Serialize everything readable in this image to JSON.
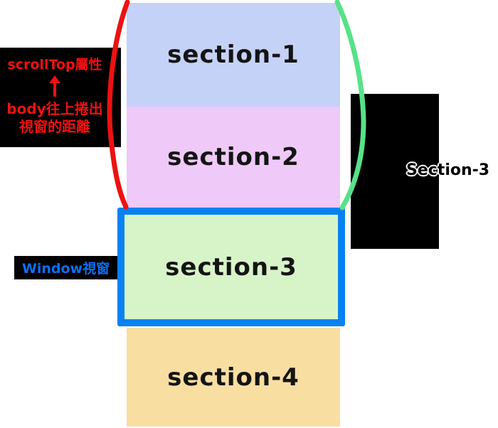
{
  "canvas": {
    "background": "#ffffff"
  },
  "sections": [
    {
      "label": "section-1",
      "color": "#c5d2f7"
    },
    {
      "label": "section-2",
      "color": "#efc9f7"
    },
    {
      "label": "section-3",
      "color": "#d7f4c9",
      "border_color": "#0882f2"
    },
    {
      "label": "section-4",
      "color": "#f9dea1"
    }
  ],
  "scrolltop_note": {
    "bg": "#000000",
    "text_color": "#ed1111",
    "title": "scrollTop屬性",
    "arrow_icon": "up-arrow",
    "desc_line1": "body往上捲出",
    "desc_line2": "視窗的距離"
  },
  "window_label": {
    "bg": "#000000",
    "text": "Window視窗",
    "text_color": "#0c6ff2"
  },
  "right_note": {
    "bg": "#000000",
    "text": "Section-3",
    "text_color": "#000000",
    "outline_color": "#ffffff"
  },
  "curves": {
    "left_brace": {
      "color": "#ed1111"
    },
    "right_brace": {
      "color": "#57e289"
    }
  }
}
